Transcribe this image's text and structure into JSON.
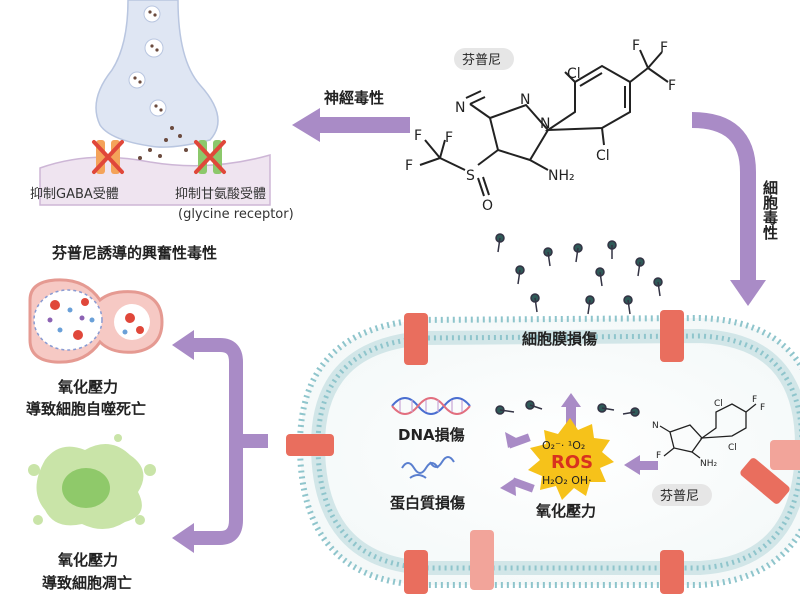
{
  "molecule": {
    "name_tag": "芬普尼",
    "atoms": {
      "cl_top": "Cl",
      "cl_bottom": "Cl",
      "f1": "F",
      "f2": "F",
      "f3": "F",
      "f4": "F",
      "f5": "F",
      "f6": "F",
      "n_nitrile": "N",
      "n_ring1": "N",
      "n_ring2": "N",
      "sulfur": "S",
      "oxygen": "O",
      "amine": "NH₂"
    }
  },
  "arrows": {
    "neuro_label": "神經毒性",
    "cell_label": "細胞毒性"
  },
  "neuron": {
    "gaba_label": "抑制GABA受體",
    "glycine_label": "抑制甘氨酸受體",
    "glycine_sub": "(glycine receptor)",
    "caption": "芬普尼誘導的興奮性毒性"
  },
  "outcomes": {
    "autophagy": {
      "line1": "氧化壓力",
      "line2": "導致細胞自噬死亡"
    },
    "apoptosis": {
      "line1": "氧化壓力",
      "line2": "導致細胞凋亡"
    }
  },
  "cell": {
    "membrane_damage": "細胞膜損傷",
    "dna_damage": "DNA損傷",
    "protein_damage": "蛋白質損傷",
    "ros": "ROS",
    "ros_species_top": "O₂⁻· ¹O₂",
    "ros_species_bottom": "H₂O₂ OH·",
    "oxidative_stress": "氧化壓力",
    "fipronil_tag": "芬普尼",
    "mini_atoms": {
      "cl": "Cl",
      "cl2": "Cl",
      "f": "F",
      "f2": "F",
      "f3": "F",
      "n": "N",
      "nh2": "NH₂"
    }
  },
  "colors": {
    "arrow": "#a98bc6",
    "membrane_head": "#8fc5cc",
    "channel": "#e96e5e",
    "ros_burst": "#f6c21a",
    "receptor_orange": "#f4a35a",
    "receptor_green": "#8cc86b",
    "cross_red": "#e0473a"
  }
}
